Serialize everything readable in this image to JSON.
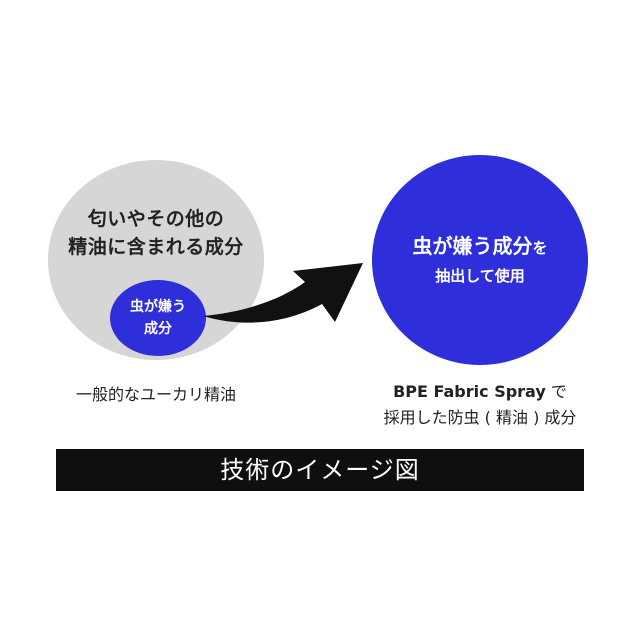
{
  "left_circle": {
    "line1": "匂いやその他の",
    "line2": "精油に含まれる成分",
    "inner_line1": "虫が嫌う",
    "inner_line2": "成分"
  },
  "right_circle": {
    "line1_main": "虫が嫌う成分",
    "line1_suffix": "を",
    "line2": "抽出して使用"
  },
  "captions": {
    "left": "一般的なユーカリ精油",
    "right_brand": "BPE Fabric Spray",
    "right_suffix": " で",
    "right_line2": "採用した防虫 ( 精油 ) 成分"
  },
  "banner": {
    "label": "技術のイメージ図"
  },
  "colors": {
    "grey_circle": "#d6d6d6",
    "blue_circle": "#2e2edb",
    "banner": "#0f0f0f",
    "arrow": "#111111"
  }
}
